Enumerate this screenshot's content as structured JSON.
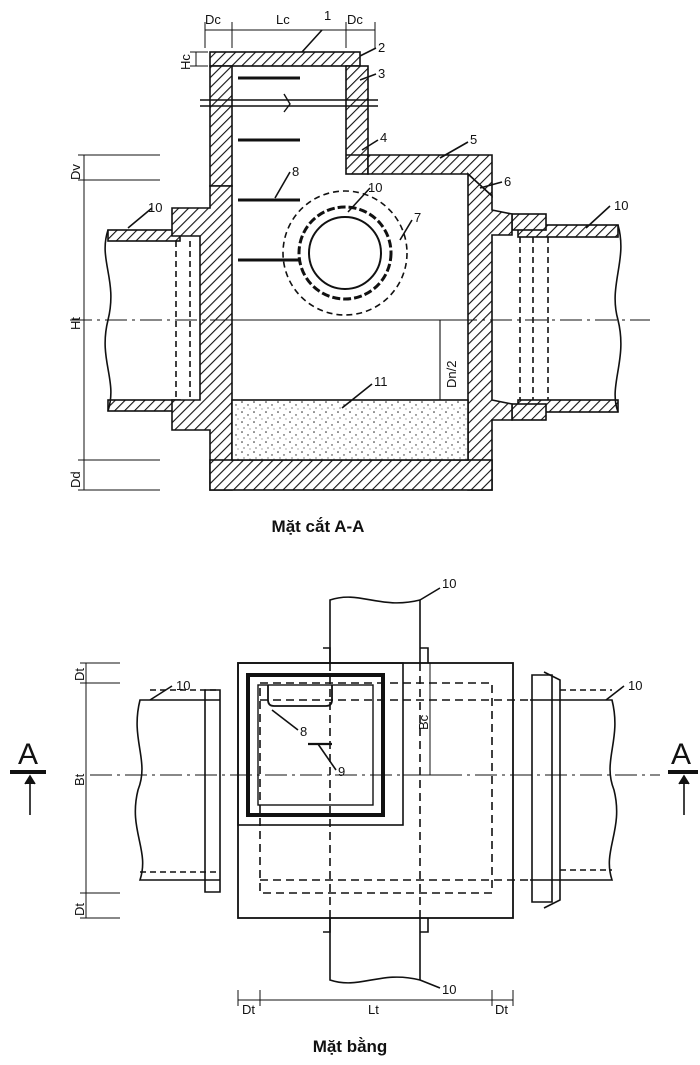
{
  "section": {
    "caption": "Mặt cắt A-A",
    "dims": {
      "Dc": "Dc",
      "Lc": "Lc",
      "Hc": "Hc",
      "Dv": "Dv",
      "Ht": "Ht",
      "Dd": "Dd",
      "Dn2": "Dn/2"
    },
    "callouts": [
      "1",
      "2",
      "3",
      "4",
      "5",
      "6",
      "7",
      "8",
      "10",
      "10",
      "10",
      "11"
    ]
  },
  "plan": {
    "caption": "Mặt bằng",
    "dims": {
      "Dt_top": "Dt",
      "Bt": "Bt",
      "Dt_bottom": "Dt",
      "Bc": "Bc",
      "Lt": "Lt",
      "Dt_left": "Dt",
      "Dt_right": "Dt"
    },
    "callouts": [
      "10",
      "10",
      "10",
      "10",
      "8",
      "9"
    ],
    "section_mark": "A"
  },
  "colors": {
    "ink": "#111111",
    "paper": "#ffffff"
  }
}
